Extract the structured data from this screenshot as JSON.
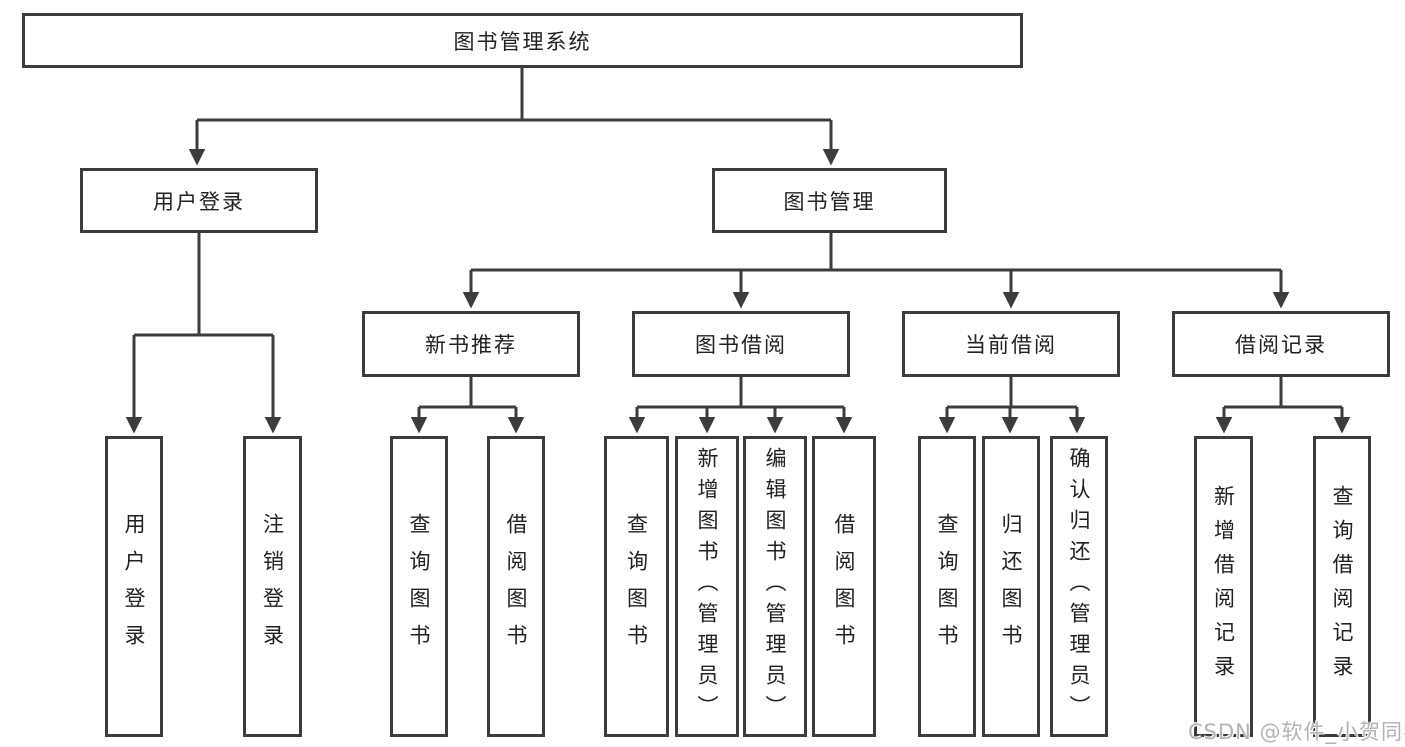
{
  "colors": {
    "line": "#3c3c3c",
    "box_border": "#3c3c3c",
    "box_fill": "#ffffff",
    "text": "#212121",
    "watermark": "#b3b3b3"
  },
  "tree": {
    "label": "图书管理系统",
    "children": [
      {
        "label": "用户登录",
        "children": [
          {
            "label": "用户登录"
          },
          {
            "label": "注销登录"
          }
        ]
      },
      {
        "label": "图书管理",
        "children": [
          {
            "label": "新书推荐",
            "children": [
              {
                "label": "查询图书"
              },
              {
                "label": "借阅图书"
              }
            ]
          },
          {
            "label": "图书借阅",
            "children": [
              {
                "label": "查询图书"
              },
              {
                "label": "新增图书（管理员）"
              },
              {
                "label": "编辑图书（管理员）"
              },
              {
                "label": "借阅图书"
              }
            ]
          },
          {
            "label": "当前借阅",
            "children": [
              {
                "label": "查询图书"
              },
              {
                "label": "归还图书"
              },
              {
                "label": "确认归还（管理员）"
              }
            ]
          },
          {
            "label": "借阅记录",
            "children": [
              {
                "label": "新增借阅记录"
              },
              {
                "label": "查询借阅记录"
              }
            ]
          }
        ]
      }
    ]
  },
  "watermark": {
    "text": "CSDN @软件_小贺同学"
  }
}
